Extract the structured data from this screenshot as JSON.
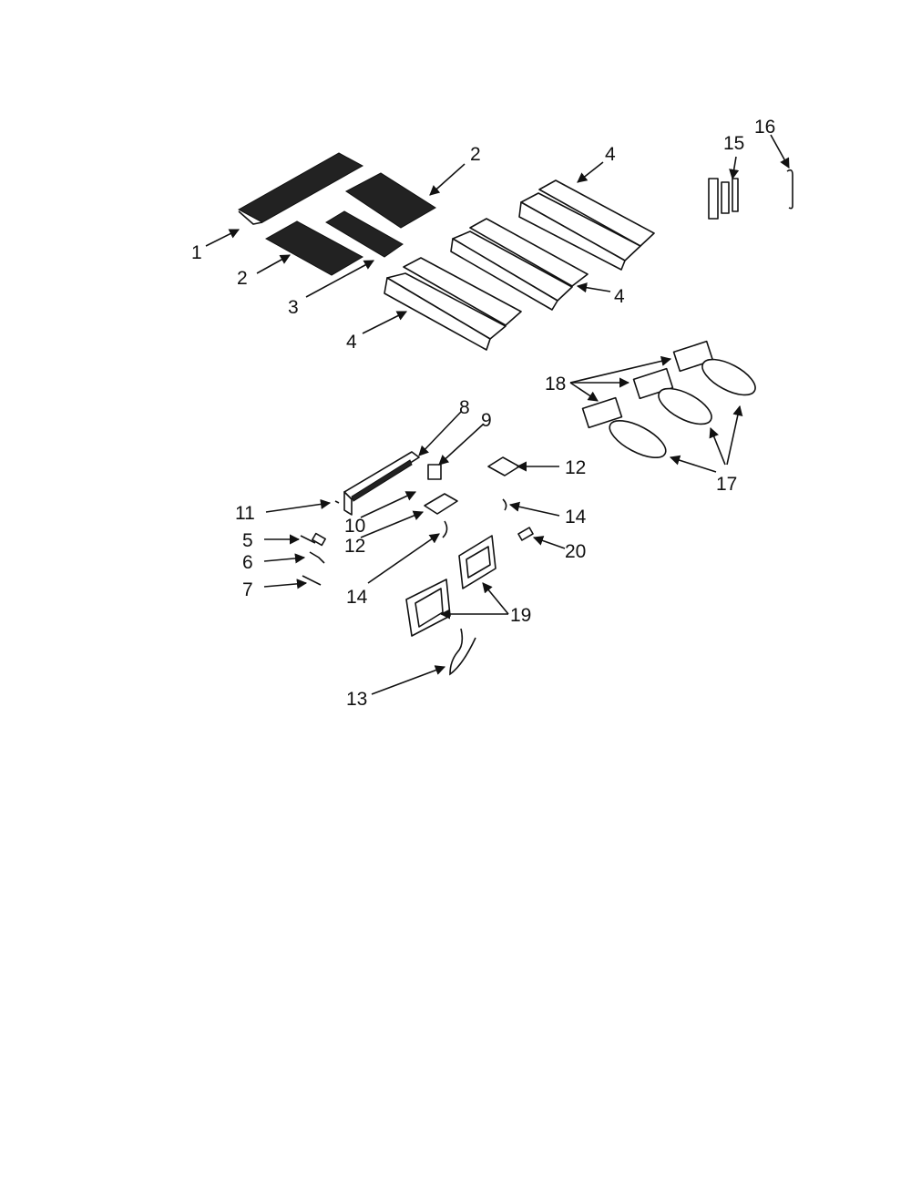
{
  "callouts": {
    "c1": "1",
    "c2a": "2",
    "c2b": "2",
    "c3": "3",
    "c4a": "4",
    "c4b": "4",
    "c4c": "4",
    "c5": "5",
    "c6": "6",
    "c7": "7",
    "c8": "8",
    "c9": "9",
    "c10": "10",
    "c11": "11",
    "c12a": "12",
    "c12b": "12",
    "c13": "13",
    "c14a": "14",
    "c14b": "14",
    "c15": "15",
    "c16": "16",
    "c17": "17",
    "c18": "18",
    "c19": "19",
    "c20": "20"
  },
  "colors": {
    "line": "#111111",
    "background": "#ffffff"
  }
}
